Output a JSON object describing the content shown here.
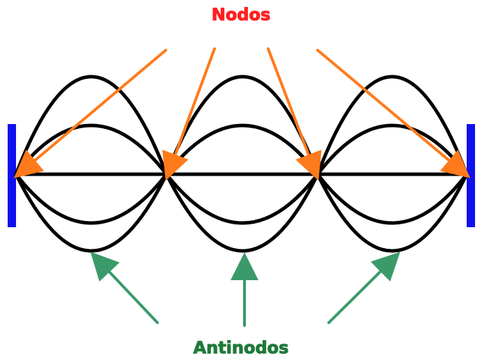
{
  "labels": {
    "nodes": "Nodos",
    "antinodes": "Antinodos"
  },
  "colors": {
    "nodes_label": "#ff2020",
    "antinodes_label": "#1f7a3a",
    "node_arrows": "#ff7a1a",
    "antinode_arrows": "#3a9a6a",
    "string": "#000000",
    "fixed_ends": "#1010ee"
  },
  "icons": {
    "left_support": "vertical-bar",
    "right_support": "vertical-bar"
  }
}
